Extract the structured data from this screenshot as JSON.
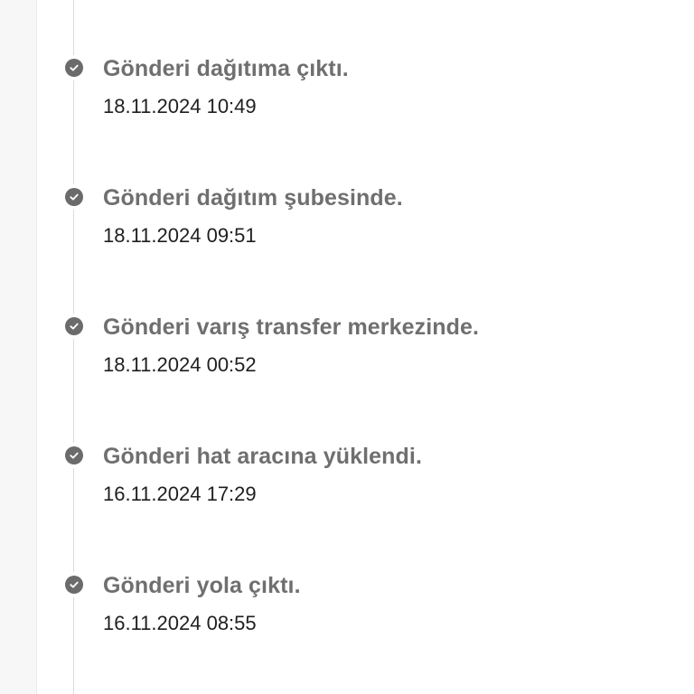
{
  "timeline": {
    "events": [
      {
        "title": "Gönderi dağıtıma çıktı.",
        "timestamp": "18.11.2024 10:49"
      },
      {
        "title": "Gönderi dağıtım şubesinde.",
        "timestamp": "18.11.2024 09:51"
      },
      {
        "title": "Gönderi varış transfer merkezinde.",
        "timestamp": "18.11.2024 00:52"
      },
      {
        "title": "Gönderi hat aracına yüklendi.",
        "timestamp": "16.11.2024 17:29"
      },
      {
        "title": "Gönderi yola çıktı.",
        "timestamp": "16.11.2024 08:55"
      }
    ],
    "status_icon": "check-circle-icon"
  },
  "colors": {
    "icon": "#6b6b6b",
    "title": "#6f6f6f",
    "timestamp": "#1f1f1f",
    "line": "#dcdcdf"
  }
}
